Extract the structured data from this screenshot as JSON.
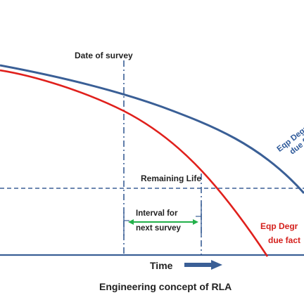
{
  "labels": {
    "date_of_survey": "Date of survey",
    "remaining_life": "Remaining Life",
    "interval_line1": "Interval for",
    "interval_line2": "next survey",
    "blue_curve_line1": "Eqp Degr",
    "blue_curve_line2": "due fa",
    "red_curve_line1": "Eqp Degr",
    "red_curve_line2": "due fact",
    "time_axis": "Time",
    "caption": "Engineering concept of RLA"
  },
  "colors": {
    "blue_curve": "#3a5f96",
    "red_curve": "#e0201c",
    "guide_lines": "#3a5f96",
    "interval_arrow": "#22b04a",
    "time_arrow": "#3a5f96",
    "red_text": "#d4201c",
    "blue_text": "#2f5a9a",
    "text": "#222222"
  }
}
